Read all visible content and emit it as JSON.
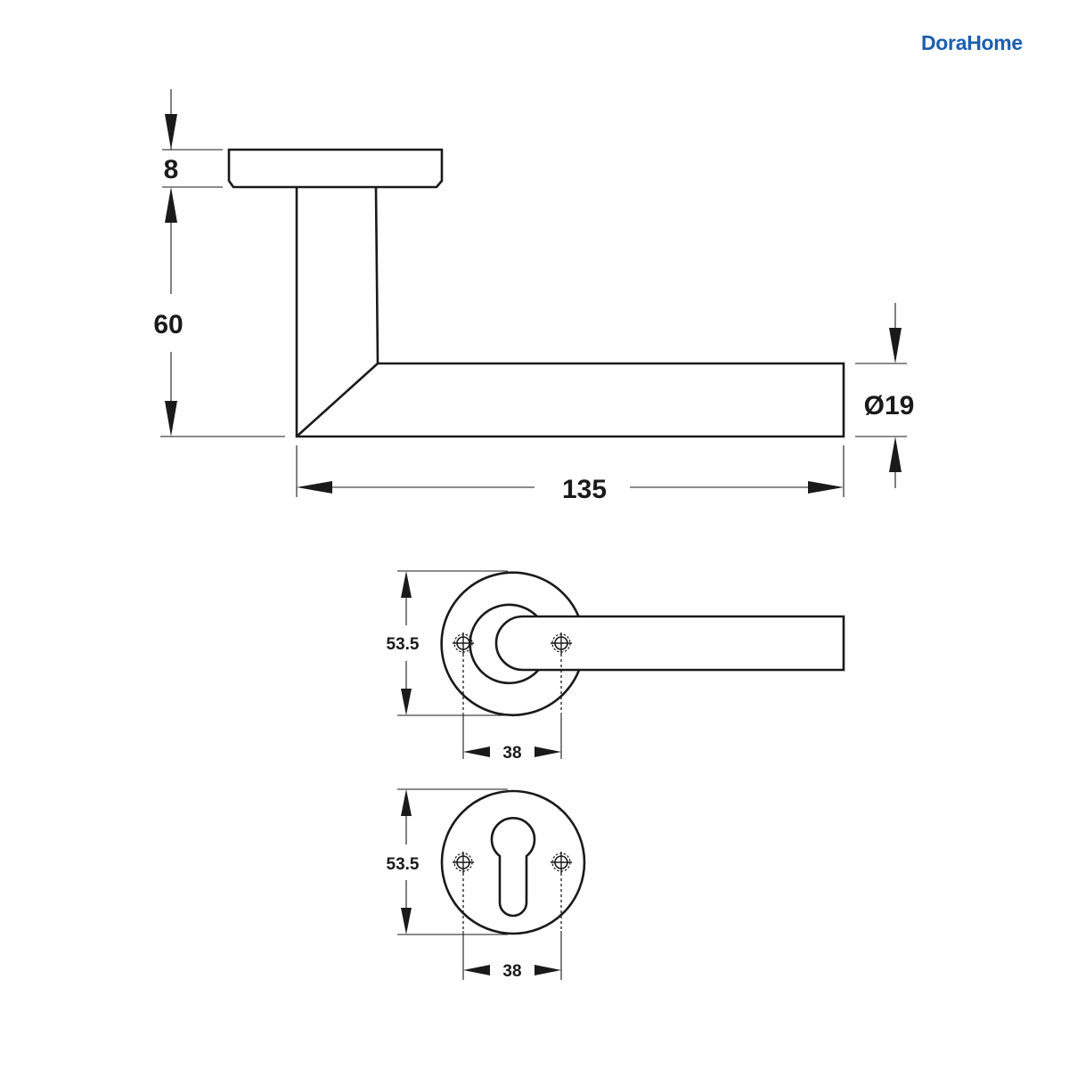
{
  "brand": {
    "name": "DoraHome",
    "color": "#1b5fb0"
  },
  "side_view": {
    "rose_thickness": "8",
    "projection": "60",
    "lever_diameter": "Ø19",
    "lever_length": "135"
  },
  "front_view_lever": {
    "rose_diameter": "53.5",
    "screw_spacing": "38"
  },
  "front_view_escutcheon": {
    "rose_diameter": "53.5",
    "screw_spacing": "38"
  }
}
